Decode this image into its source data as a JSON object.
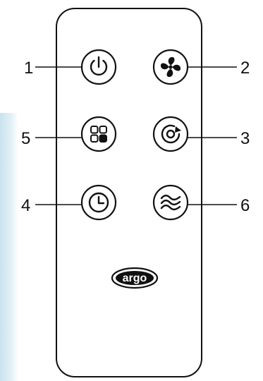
{
  "callouts": {
    "power": "1",
    "fan_speed": "2",
    "swing": "3",
    "timer": "4",
    "mode": "5",
    "sleep": "6"
  },
  "logo": {
    "text": "argo"
  }
}
